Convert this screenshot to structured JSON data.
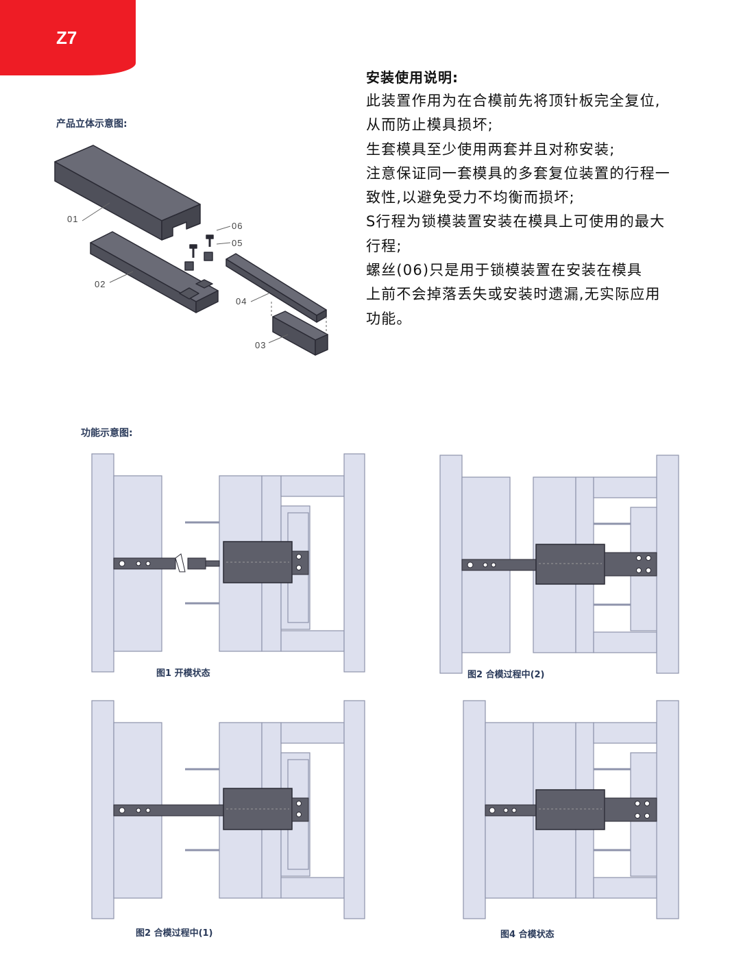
{
  "page_tag": "Z7",
  "product_caption": "产品立体示意图:",
  "function_caption": "功能示意图:",
  "instructions": {
    "title": "安装使用说明:",
    "lines": [
      "此装置作用为在合模前先将顶针板完全复位,",
      "从而防止模具损坏;",
      "生套模具至少使用两套并且对称安装;",
      "注意保证同一套模具的多套复位装置的行程一",
      "致性,以避免受力不均衡而损坏;",
      "S行程为锁模装置安装在模具上可使用的最大",
      "行程;",
      "螺丝(06)只是用于锁模装置在安装在模具",
      "上前不会掉落丢失或安装时遗漏,无实际应用",
      "功能。"
    ]
  },
  "part_labels": [
    "01",
    "02",
    "03",
    "04",
    "05",
    "06"
  ],
  "figures": [
    {
      "caption": "图1 开模状态"
    },
    {
      "caption": "图2 合模过程中(2)"
    },
    {
      "caption": "图2 合模过程中(1)"
    },
    {
      "caption": "图4 合模状态"
    }
  ],
  "colors": {
    "brand_red": "#ee1c25",
    "plate_fill": "#dde0ee",
    "plate_stroke": "#8e93ab",
    "device_fill": "#5e5f6a",
    "caption_text": "#2a3a5a"
  }
}
